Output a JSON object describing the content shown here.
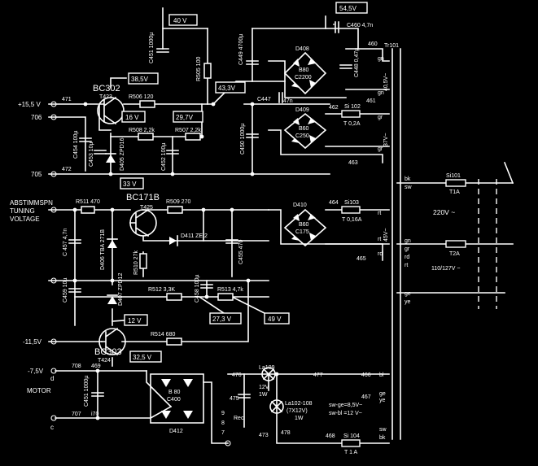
{
  "voltages": {
    "v40": "40 V",
    "v545": "54,5V",
    "v385": "38,5V",
    "v16": "16 V",
    "v297": "29,7V",
    "v433": "43,3V",
    "v33": "33 V",
    "v12": "12 V",
    "v273": "27,3 V",
    "v49": "49 V",
    "v325": "32,5 V"
  },
  "terminals": {
    "p15": "+15,5 V",
    "n706": "706",
    "n705": "705",
    "abst1": "ABSTIMMSPN",
    "abst2": "TUNING",
    "abst3": "VOLTAGE",
    "m115": "-11,5V",
    "m75": "-7,5V",
    "motor": "MOTOR",
    "d": "d",
    "c": "c",
    "n471": "471",
    "n472": "472",
    "n708": "708",
    "n469": "469",
    "n707": "707",
    "n470": "i70"
  },
  "transistors": {
    "bc302": "BC302",
    "t423": "T423",
    "bc171b": "BC171B",
    "t425": "T425",
    "bc303": "BC303",
    "t424": "T424"
  },
  "resistors": {
    "r505": "R505 100",
    "r506": "R506 120",
    "r508": "R508 2,2k",
    "r507": "R507 2,2k",
    "r511": "R511 470",
    "r509": "R509 270",
    "r510": "R510 27k",
    "r512": "R512 3,3K",
    "r513": "R513 4,7k",
    "r514": "R514 680"
  },
  "capacitors": {
    "c451a": "C451 1000µ",
    "c449": "C449 4700µ",
    "c460": "C460 4,7n",
    "c448": "C448 0,47µ",
    "c447": "C447",
    "c447v": "47n",
    "c454": "C454 100µ",
    "c453": "C453 10µ",
    "c452": "C452 100µ",
    "c450": "C450 1000µ",
    "c457": "C 457 4,7n",
    "c455": "C455 470",
    "c459": "C459 10µ",
    "c458": "C458 100µ",
    "c451b": "C451 1000µ"
  },
  "diodes": {
    "d405": "D405 ZPD16",
    "d406": "D406 TBA 271B",
    "d411": "D411 ZE 2",
    "d407": "D407 ZPD12",
    "d408": "D408",
    "d409": "D409",
    "d410": "D410",
    "d412": "D412"
  },
  "bridges": {
    "b1a": "B80",
    "b1b": "C2200",
    "b2a": "B60",
    "b2b": "C250",
    "b3a": "B60",
    "b3b": "C175",
    "b4a": "B 80",
    "b4b": "C400"
  },
  "fuses": {
    "si102": "Si 102",
    "si102v": "T 0,2A",
    "si103": "Si103",
    "si103v": "T 0,16A",
    "si101": "Si101",
    "si101v": "T1A",
    "t2a": "T2A",
    "si104": "Si 104",
    "si104v": "T 1 A"
  },
  "transformer": {
    "tr101": "Tr101",
    "gn": "gn",
    "gr": "gr",
    "rt": "rt",
    "rd": "rd",
    "bk": "bk",
    "sw": "sw",
    "ge": "ge",
    "ye": "ye",
    "bl": "bl",
    "v405": "40,5V~",
    "v37": "37V~",
    "v45": "45V~",
    "v220": "220V ~",
    "v110": "110/127V ~"
  },
  "nodes": {
    "n460": "460",
    "n461": "461",
    "n462": "462",
    "n463": "463",
    "n464": "464",
    "n465": "465",
    "n466": "466",
    "n467": "467",
    "n468": "468",
    "n476": "476",
    "n477": "477",
    "n473": "473",
    "n475": "475",
    "n478": "478"
  },
  "lamps": {
    "la109": "La109",
    "la109v": "12V",
    "la109w": "1W",
    "la102": "La102-108",
    "la102v": "(7X12V)",
    "la102w": "1W"
  },
  "switch": {
    "rec": "Rec",
    "p9": "9",
    "p8": "8",
    "p7": "7"
  },
  "notes": {
    "sw_ge": "sw-ge=8,5V~",
    "sw_bl": "sw-bl =12 V~"
  }
}
